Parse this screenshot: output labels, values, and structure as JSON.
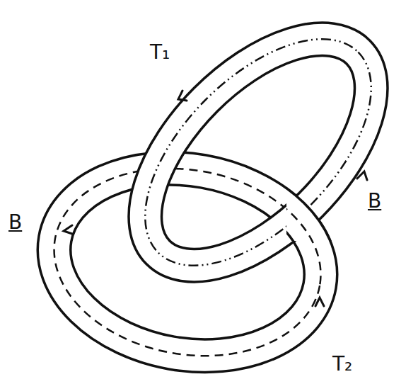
{
  "diagram": {
    "labels": [
      "T₁",
      "B",
      "B",
      "T₂"
    ]
  }
}
